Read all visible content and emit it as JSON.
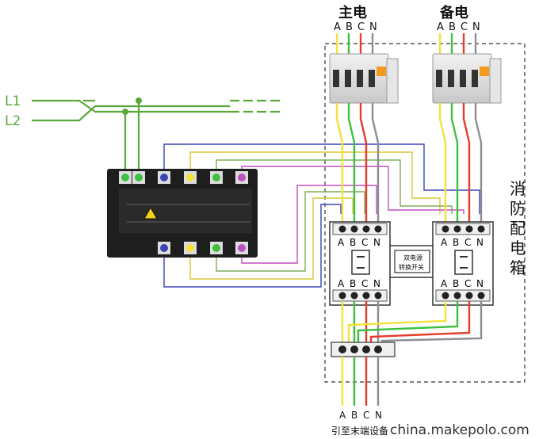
{
  "labels": {
    "main_power": "主电",
    "backup_power": "备电",
    "phases": [
      "A",
      "B",
      "C",
      "N"
    ],
    "line1": "L1",
    "line2": "L2",
    "cabinet_title": [
      "消",
      "防",
      "配",
      "电",
      "箱"
    ],
    "ats_label_line1": "双电源",
    "ats_label_line2": "转换开关",
    "output_label": "引至末端设备",
    "watermark": "china.makepolo.com"
  },
  "colors": {
    "phase_a": "#f2e23a",
    "phase_b": "#3fbf3f",
    "phase_c": "#e53c2c",
    "phase_n": "#8a8f96",
    "control_blue": "#3a45b5",
    "control_yellow": "#d8c83a",
    "control_green": "#7fae5a",
    "control_magenta": "#c04fc0",
    "line_green": "#5aa83a"
  },
  "icons": {
    "breaker": "circuit-breaker-icon",
    "terminal": "screw-terminal-icon",
    "warning": "high-voltage-warning-icon"
  }
}
